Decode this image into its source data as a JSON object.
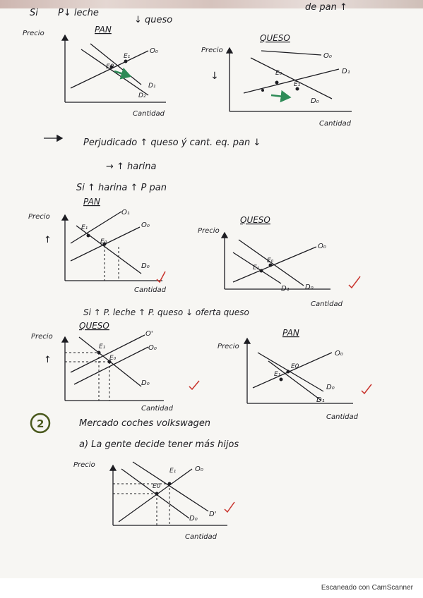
{
  "notes": {
    "line1": {
      "si": "Si",
      "p_leche": "P↓ leche",
      "queso": "↓ queso",
      "top_right": "de pan ↑"
    },
    "chart1": {
      "title": "PAN",
      "y": "Precio",
      "x": "Cantidad",
      "O0": "O₀",
      "D1": "D₁",
      "D2": "D₂",
      "E0": "E0",
      "E1": "E₁"
    },
    "chart2": {
      "title": "QUESO",
      "y": "Precio",
      "x": "Cantidad",
      "O0": "O₀",
      "D1": "D₁",
      "D0": "D₀",
      "E0": "E₀",
      "E1": "E₁"
    },
    "line2": "Perjudicado ↑ queso  ý cant. eq. pan ↓",
    "line3": "→ ↑ harina",
    "line4": "Si ↑ harina    ↑ P pan",
    "chart3": {
      "title": "PAN",
      "y": "Precio",
      "x": "Cantidad",
      "O1": "O₁",
      "O0": "O₀",
      "D0": "D₀",
      "E1": "E₁",
      "E0": "E₀"
    },
    "chart4": {
      "title": "QUESO",
      "y": "Precio",
      "x": "Cantidad",
      "O0": "O₀",
      "D1": "D₁",
      "D0": "D₀",
      "E0": "E₀",
      "E1": "E₁"
    },
    "line5": "Si  ↑ P. leche    ↑ P. queso  ↓ oferta queso",
    "chart5": {
      "title": "QUESO",
      "y": "Precio",
      "x": "Cantidad",
      "O1": "O'",
      "O0": "O₀",
      "D0": "D₀",
      "E1": "E₁",
      "E0": "E₀"
    },
    "chart6": {
      "title": "PAN",
      "y": "Precio",
      "x": "Cantidad",
      "O0": "O₀",
      "D0": "D₀",
      "D1": "D₁",
      "E0": "E0",
      "E1": "E₁"
    },
    "q2_number": "2",
    "q2_title": "Mercado coches volkswagen",
    "q2_a": "a) La gente decide tener más hijos",
    "chart7": {
      "y": "Precio",
      "x": "Cantidad",
      "O0": "O₀",
      "E1": "E₁",
      "E0": "E0",
      "D0": "D₀",
      "D1": "D'"
    }
  },
  "footer": {
    "watermark": "Escaneado con CamScanner"
  },
  "colors": {
    "ink": "#1d1d22",
    "check": "#c8322b",
    "arrow": "#2e8b57",
    "circle": "#4b5a1e"
  }
}
